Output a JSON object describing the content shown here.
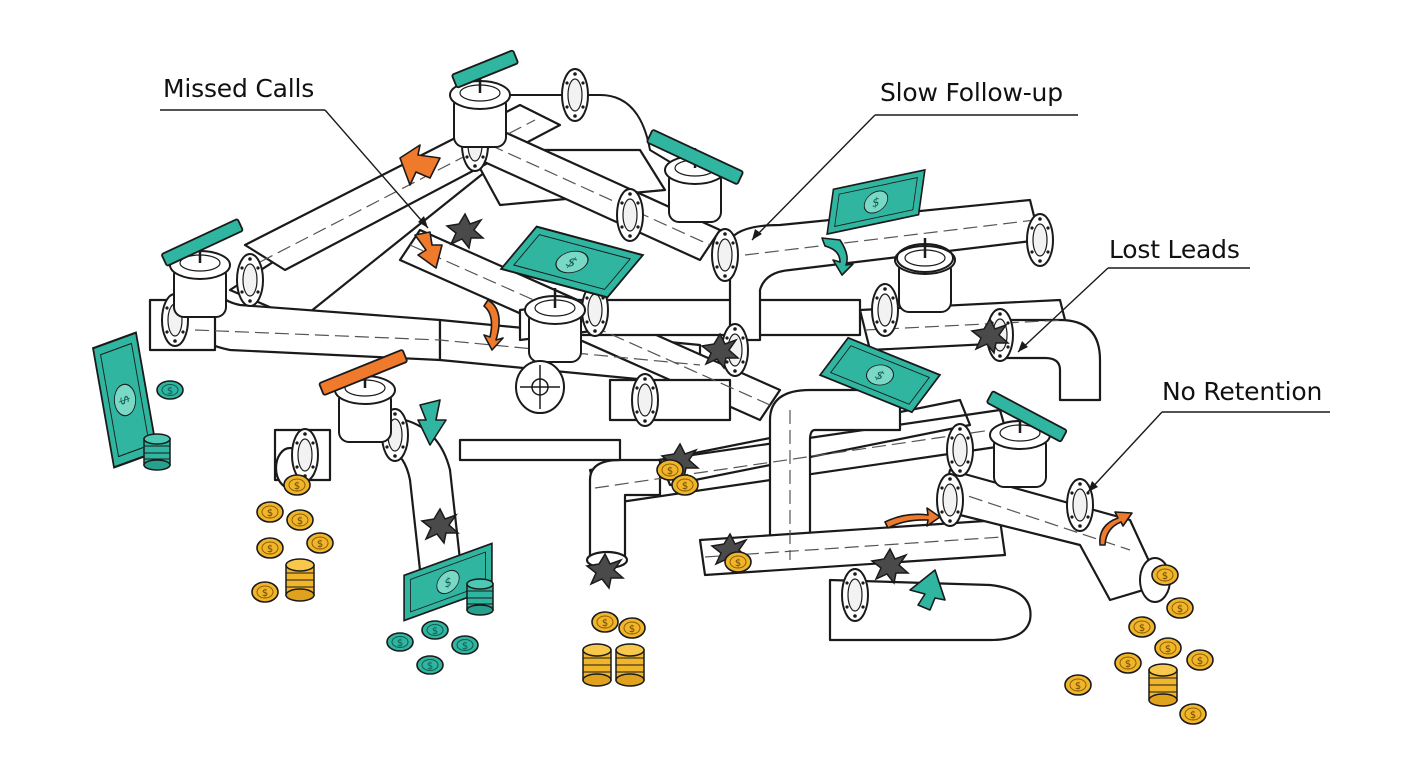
{
  "callouts": [
    {
      "id": "missed_calls",
      "label": "Missed Calls"
    },
    {
      "id": "slow_follow_up",
      "label": "Slow Follow-up"
    },
    {
      "id": "lost_leads",
      "label": "Lost Leads"
    },
    {
      "id": "no_retention",
      "label": "No Retention"
    }
  ],
  "colors": {
    "outline": "#1a1a1a",
    "pipe_fill": "#ffffff",
    "teal": "#2fb5a0",
    "teal_dark": "#1f8a7a",
    "orange": "#f07a2b",
    "gold": "#f0b52a",
    "gold_dark": "#b98410",
    "crack_gray": "#4a4a4a"
  },
  "icons": [
    "valve-handle",
    "dollar-bill",
    "gold-coin",
    "teal-coin",
    "flow-arrow",
    "pipe-crack"
  ]
}
